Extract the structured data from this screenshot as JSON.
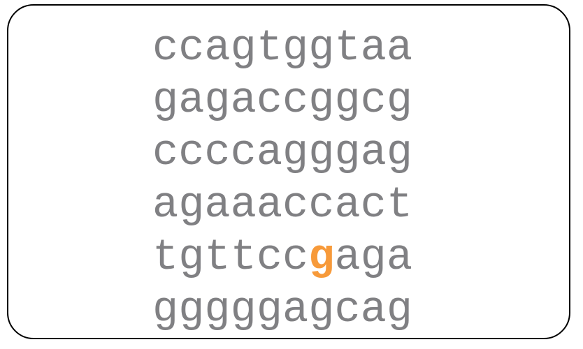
{
  "sequence_lines": [
    {
      "text": "ccagtggtaa"
    },
    {
      "text": "gagaccggcg"
    },
    {
      "text": "ccccagggag"
    },
    {
      "text": "agaaaccact"
    },
    {
      "text": "tgttccgaga",
      "highlight": {
        "index": 6,
        "color": "#F79A3A"
      }
    },
    {
      "text": "gggggagcag"
    }
  ],
  "colors": {
    "base_text": "#808083",
    "highlight": "#F79A3A",
    "border": "#000000",
    "background": "#FFFFFF"
  }
}
